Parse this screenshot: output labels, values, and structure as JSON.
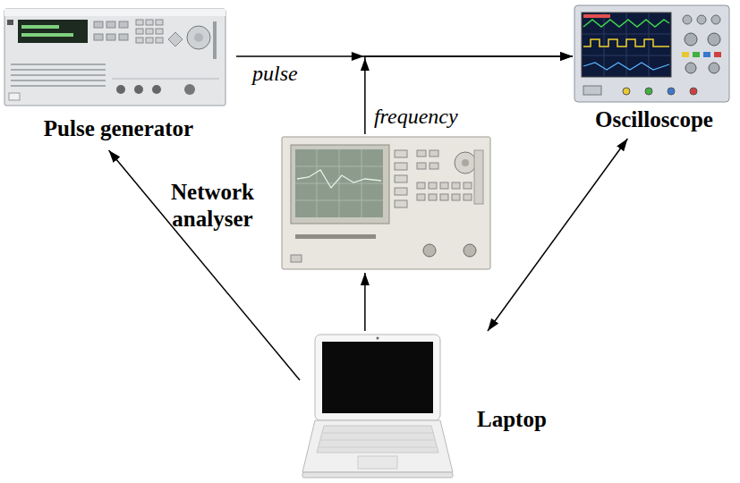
{
  "diagram": {
    "nodes": [
      {
        "text": [
          "Pulse generator"
        ]
      },
      {
        "text": [
          "Oscilloscope"
        ]
      },
      {
        "text": [
          "Network analyser"
        ]
      },
      {
        "text": [
          "Laptop"
        ]
      }
    ],
    "edges": [
      {
        "from": 0,
        "to": 1,
        "label": "pulse",
        "arrow": "to"
      },
      {
        "from": 2,
        "to": 1,
        "label": "frequency",
        "arrow": "to"
      },
      {
        "from": 3,
        "to": 0,
        "arrow": "to"
      },
      {
        "from": 3,
        "to": 2,
        "arrow": "to"
      },
      {
        "from": 3,
        "to": 1,
        "arrow": "both"
      }
    ]
  }
}
